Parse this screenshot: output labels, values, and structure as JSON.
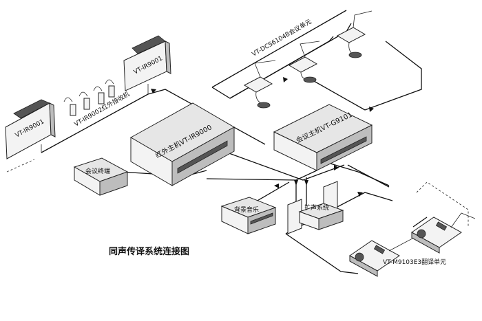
{
  "title": "同声传译系统连接图",
  "devices": {
    "ir_emitter_left": "VT-IR9001",
    "ir_emitter_right": "VT-IR9001",
    "ir_receivers": "VT-IR9002红外接收机",
    "ir_host": "红外主机VT-IR9000",
    "conference_terminal": "会议终端",
    "background_music": "背景音乐",
    "pa_system": "扩声系统",
    "conference_host": "会议主机VT-G9101",
    "conference_units": "VT-DCS6104B会议单元",
    "interpreter_units": "VT-M9103E3翻译单元"
  }
}
